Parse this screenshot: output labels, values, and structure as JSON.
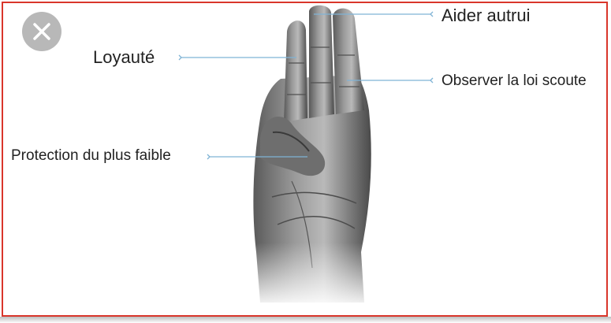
{
  "close": {
    "icon": "close-icon"
  },
  "image": {
    "subject": "hand-scout-salute"
  },
  "labels": {
    "loyalty": "Loyauté",
    "help_others": "Aider autrui",
    "observe_law": "Observer la loi scoute",
    "protect_weak": "Protection du plus faible"
  },
  "colors": {
    "frame_border": "#d9362b",
    "leader_line": "#7fb3d5",
    "close_button": "#b8b8b8"
  }
}
